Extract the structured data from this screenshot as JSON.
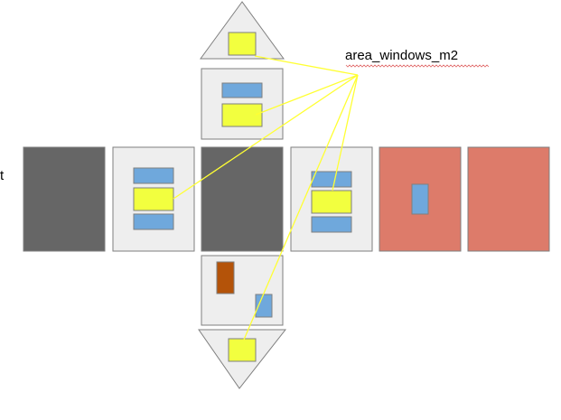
{
  "diagram": {
    "callout_label": "area_windows_m2",
    "edge_fragment": "t",
    "colors": {
      "panel_gray": "#eeeeee",
      "panel_border": "#7f7f7f",
      "dark_face": "#666666",
      "brick_face": "#dd7b6a",
      "window_blue": "#6fa8dc",
      "window_yellow": "#f2ff3f",
      "door_brown": "#b45309",
      "leader_line": "#ffff33",
      "spell_underline": "#e06666"
    },
    "faces": [
      "roof-triangle-top",
      "upper-panel",
      "wall-far-left",
      "wall-left",
      "wall-center",
      "wall-right",
      "wall-brick-1",
      "wall-brick-2",
      "lower-panel",
      "roof-triangle-bottom"
    ]
  }
}
